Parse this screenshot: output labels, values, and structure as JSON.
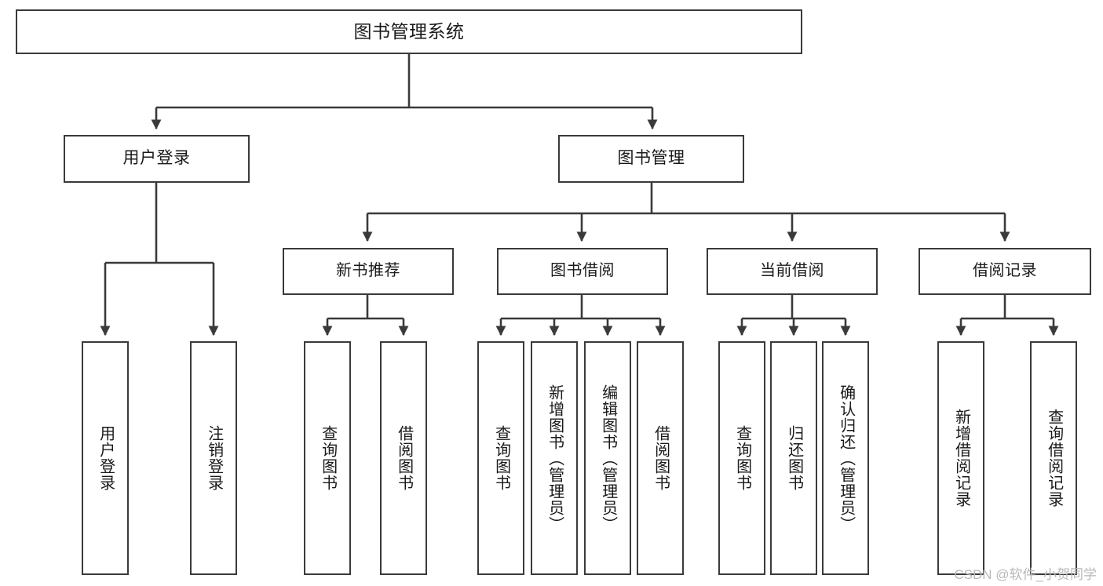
{
  "diagram": {
    "title": "图书管理系统",
    "type": "hierarchy-tree",
    "watermark": "CSDN @软件_小贺同学",
    "colors": {
      "stroke": "#3a3a3a",
      "box_fill": "#ffffff",
      "text": "#1a1a1a",
      "watermark": "#b8b8b8",
      "background": "#ffffff"
    },
    "nodes": {
      "root": {
        "label": "图书管理系统"
      },
      "level2": [
        {
          "id": "user-login",
          "label": "用户登录"
        },
        {
          "id": "book-manage",
          "label": "图书管理"
        }
      ],
      "level3": [
        {
          "id": "new-book-rec",
          "label": "新书推荐"
        },
        {
          "id": "book-borrow",
          "label": "图书借阅"
        },
        {
          "id": "current-borrow",
          "label": "当前借阅"
        },
        {
          "id": "borrow-record",
          "label": "借阅记录"
        }
      ],
      "leaves": {
        "user-login": [
          {
            "id": "leaf-user-login",
            "label": "用户登录"
          },
          {
            "id": "leaf-user-logout",
            "label": "注销登录"
          }
        ],
        "new-book-rec": [
          {
            "id": "leaf-query-book-1",
            "label": "查询图书"
          },
          {
            "id": "leaf-borrow-book-1",
            "label": "借阅图书"
          }
        ],
        "book-borrow": [
          {
            "id": "leaf-query-book-2",
            "label": "查询图书"
          },
          {
            "id": "leaf-add-book",
            "label": "新增图书（管理员）"
          },
          {
            "id": "leaf-edit-book",
            "label": "编辑图书（管理员）"
          },
          {
            "id": "leaf-borrow-book-2",
            "label": "借阅图书"
          }
        ],
        "current-borrow": [
          {
            "id": "leaf-query-book-3",
            "label": "查询图书"
          },
          {
            "id": "leaf-return-book",
            "label": "归还图书"
          },
          {
            "id": "leaf-confirm-return",
            "label": "确认归还（管理员）"
          }
        ],
        "borrow-record": [
          {
            "id": "leaf-add-record",
            "label": "新增借阅记录"
          },
          {
            "id": "leaf-query-record",
            "label": "查询借阅记录"
          }
        ]
      }
    }
  }
}
